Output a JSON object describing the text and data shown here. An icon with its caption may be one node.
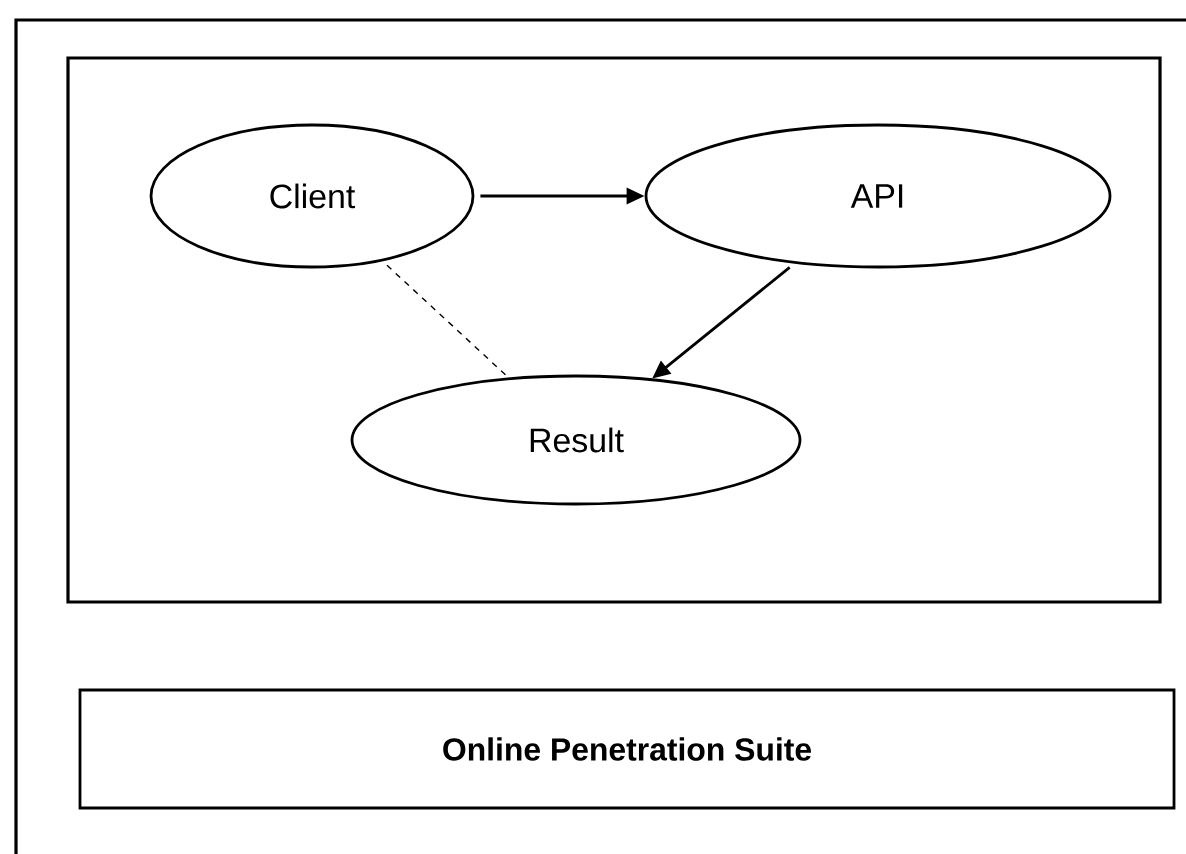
{
  "diagram": {
    "nodes": [
      {
        "text": [],
        "shape": "box"
      },
      {
        "text": [
          "Client"
        ],
        "in": 0
      },
      {
        "text": [
          "API"
        ],
        "in": 0
      },
      {
        "text": [
          "Result"
        ],
        "in": 0
      },
      {
        "text": [
          "Online Penetration Suite"
        ]
      }
    ],
    "edges": [
      {
        "from": 1,
        "to": 2,
        "arrow": "to"
      },
      {
        "from": 2,
        "to": 3,
        "arrow": "to"
      },
      {
        "from": 1,
        "to": 3,
        "arrow": "none",
        "style": "dashed"
      }
    ]
  }
}
